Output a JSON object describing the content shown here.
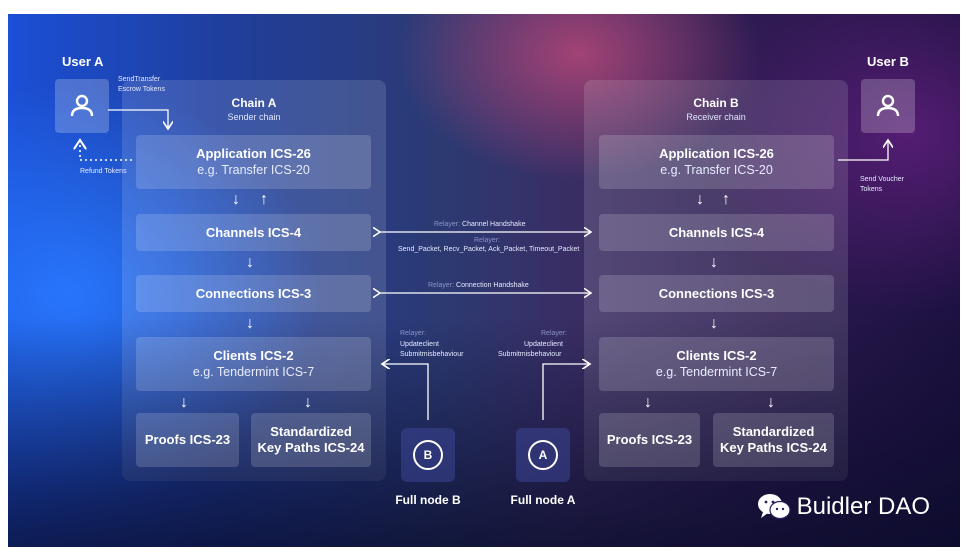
{
  "user_a": {
    "label": "User A",
    "send_note": [
      "SendTransfer",
      "Escrow Tokens"
    ],
    "refund_note": "Refund Tokens"
  },
  "user_b": {
    "label": "User B",
    "send_note": [
      "Send Voucher",
      "Tokens"
    ]
  },
  "chain_a": {
    "title": "Chain A",
    "subtitle": "Sender chain",
    "app": {
      "title": "Application ICS-26",
      "sub": "e.g. Transfer ICS-20"
    },
    "channels": "Channels ICS-4",
    "connections": "Connections ICS-3",
    "clients": {
      "title": "Clients ICS-2",
      "sub": "e.g. Tendermint ICS-7"
    },
    "proofs": "Proofs ICS-23",
    "paths": [
      "Standardized",
      "Key Paths ICS-24"
    ]
  },
  "chain_b": {
    "title": "Chain B",
    "subtitle": "Receiver chain",
    "app": {
      "title": "Application ICS-26",
      "sub": "e.g. Transfer ICS-20"
    },
    "channels": "Channels ICS-4",
    "connections": "Connections ICS-3",
    "clients": {
      "title": "Clients ICS-2",
      "sub": "e.g. Tendermint ICS-7"
    },
    "proofs": "Proofs ICS-23",
    "paths": [
      "Standardized",
      "Key Paths ICS-24"
    ]
  },
  "relayer": {
    "prefix": "Relayer:",
    "channel_handshake": "Channel Handshake",
    "packet_prefix": "Relayer:",
    "packets": "Send_Packet, Recv_Packet, Ack_Packet, Timeout_Packet",
    "connection_handshake": "Connection Handshake",
    "left_client": [
      "Relayer:",
      "Updateclient",
      "Submitmisbehaviour"
    ],
    "right_client": [
      "Relayer:",
      "Updateclient",
      "Submitmisbehaviour"
    ]
  },
  "full_nodes": [
    {
      "letter": "B",
      "label": "Full node B"
    },
    {
      "letter": "A",
      "label": "Full node A"
    }
  ],
  "brand": "Buidler DAO",
  "icons": [
    "user-icon",
    "wechat-icon",
    "arrow-icon"
  ]
}
